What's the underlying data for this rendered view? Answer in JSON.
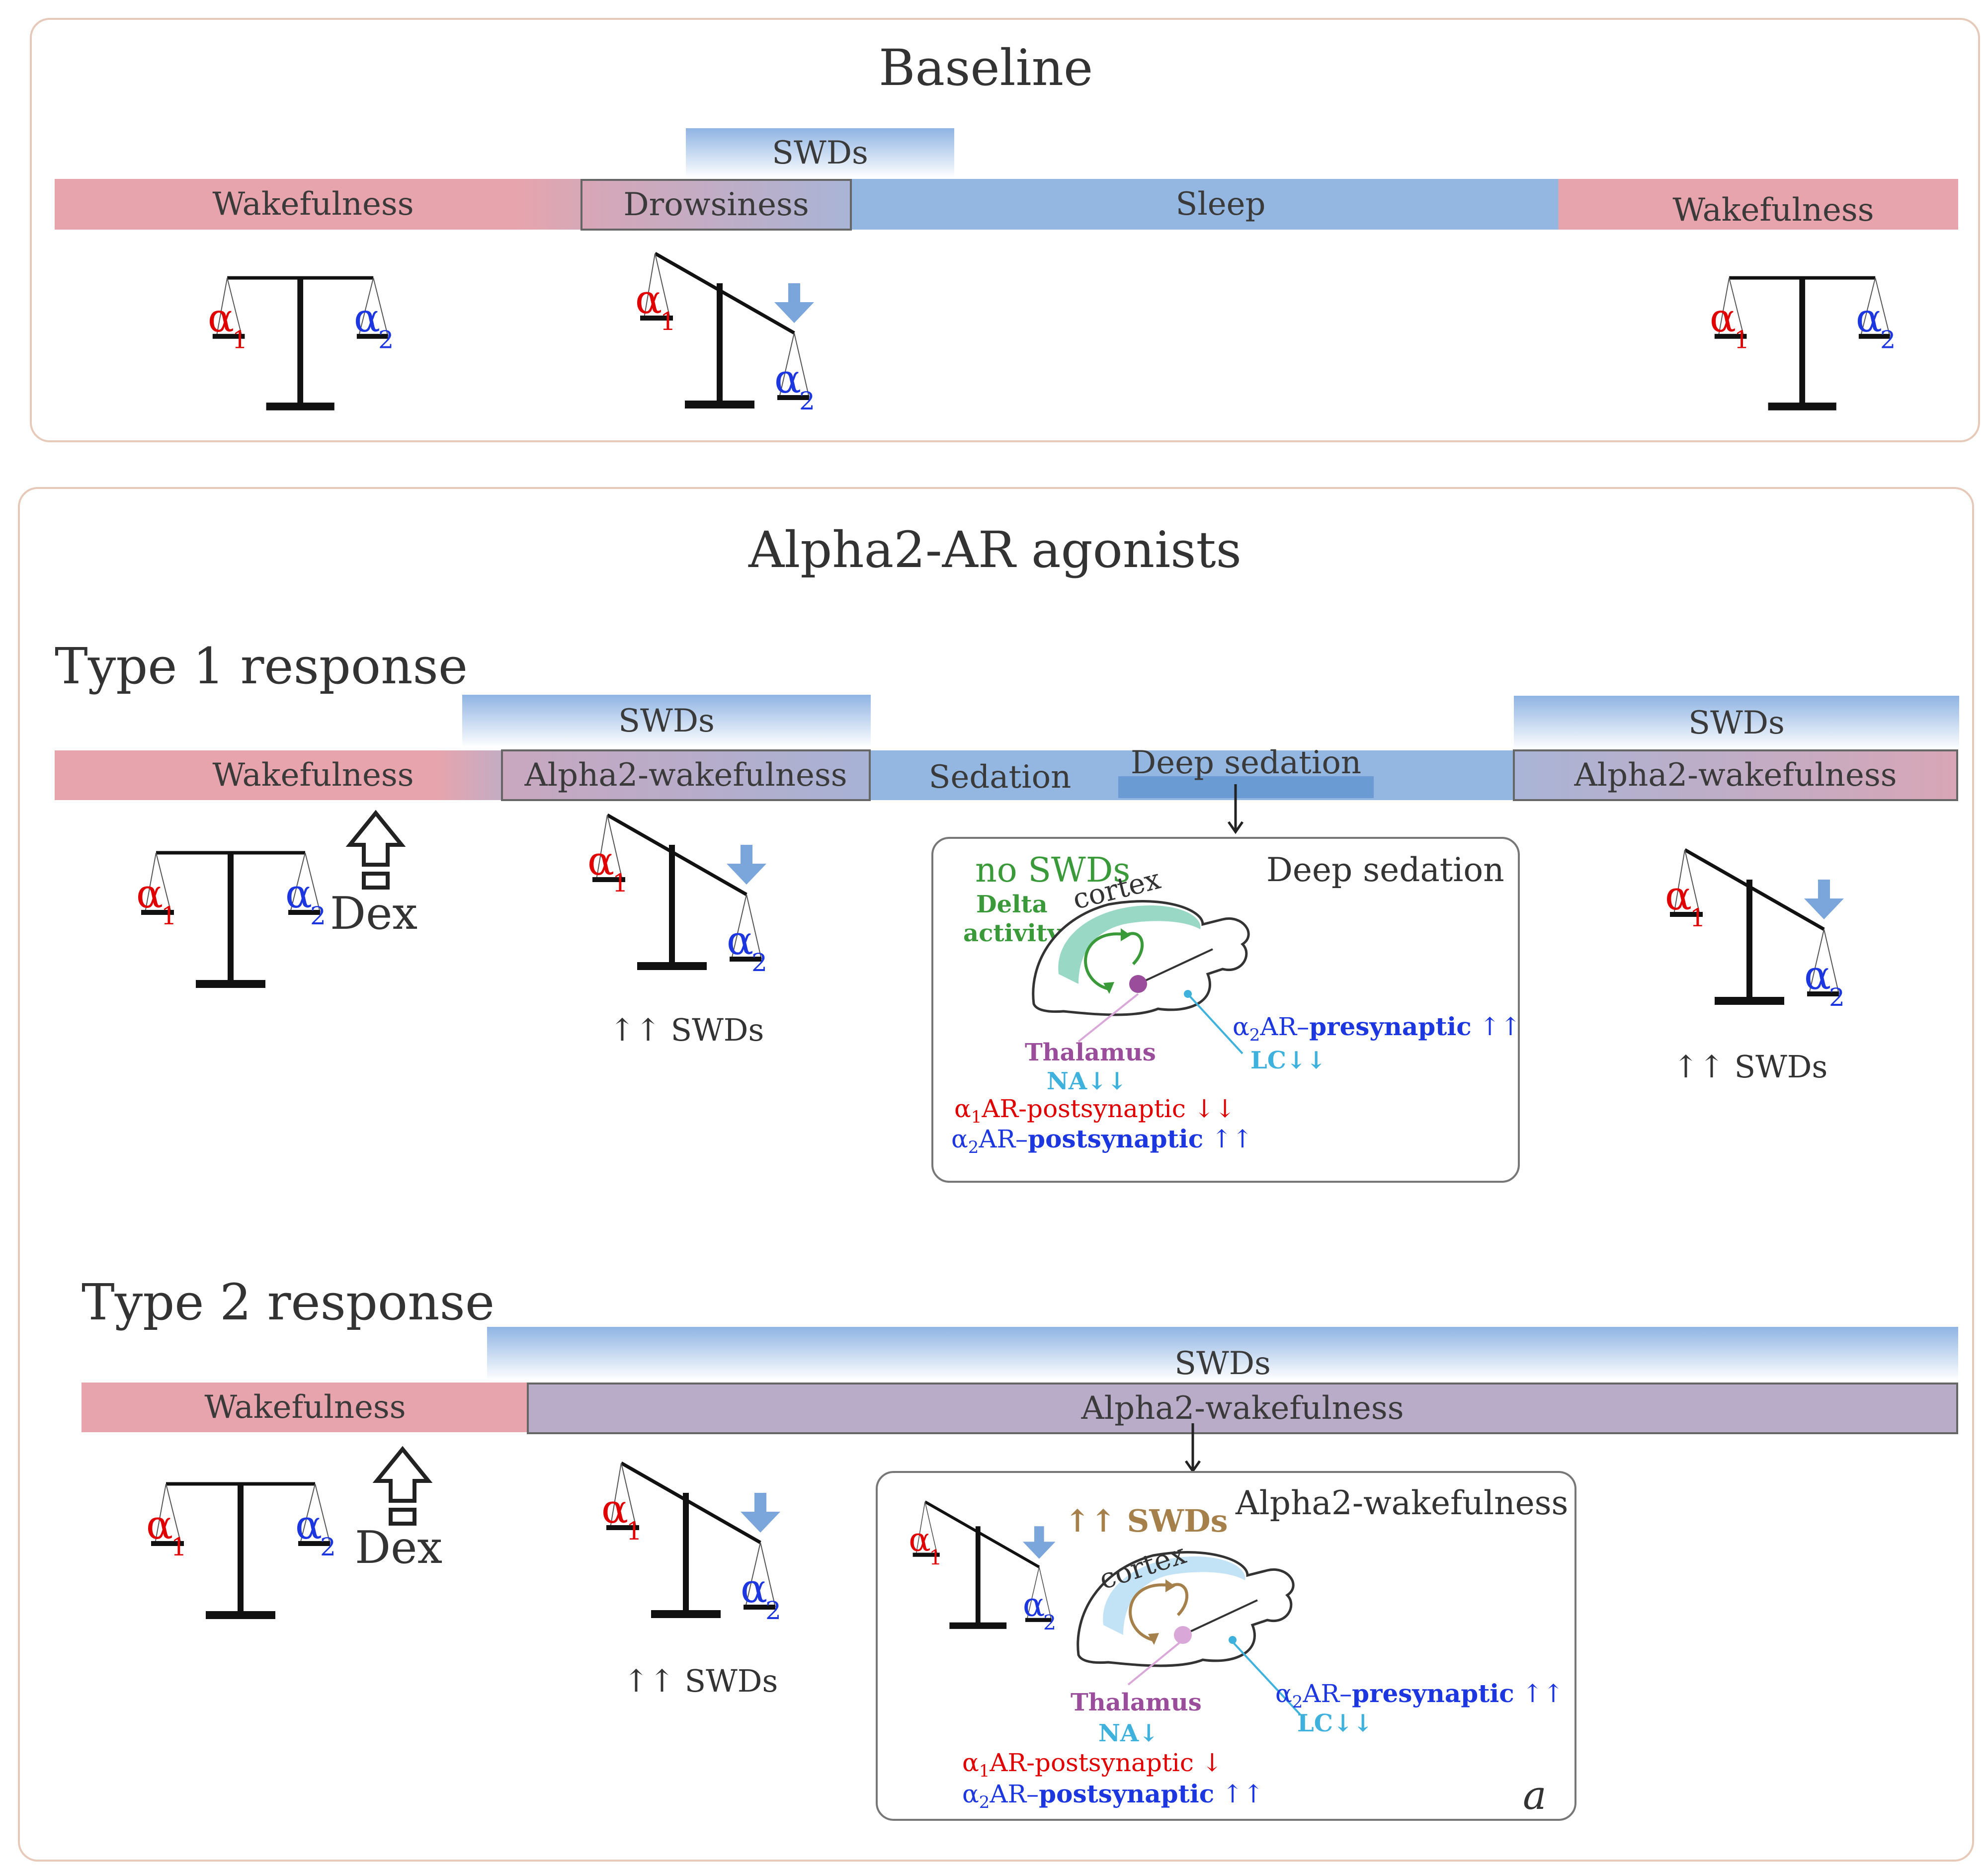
{
  "colors": {
    "wake": "#e8a4ac",
    "sleep": "#94b7e1",
    "alpha2wake": "#b9acc8",
    "alpha1": "#e00000",
    "alpha2": "#1c37e0",
    "na": "#3fb1dd",
    "thalamus": "#9a4d9a",
    "green": "#3a9a3a",
    "brown": "#a6804a"
  },
  "icons": [
    "balance-scale-icon",
    "down-arrow-icon",
    "up-arrow-icon",
    "brain-sagittal-icon"
  ],
  "baseline": {
    "title": "Baseline",
    "swds": "SWDs",
    "wakefulness_left": "Wakefulness",
    "drowsiness": "Drowsiness",
    "sleep": "Sleep",
    "wakefulness_right": "Wakefulness"
  },
  "scale": {
    "a1": "α",
    "a1sub": "1",
    "a2": "α",
    "a2sub": "2"
  },
  "agonists": {
    "title": "Alpha2-AR agonists",
    "dex": "Dex",
    "up_swds": "↑↑ SWDs",
    "type1": {
      "title": "Type 1 response",
      "swds_1": "SWDs",
      "swds_2": "SWDs",
      "wakefulness": "Wakefulness",
      "alpha2wake_1": "Alpha2-wakefulness",
      "sedation": "Sedation",
      "deep_sedation": "Deep sedation",
      "alpha2wake_2": "Alpha2-wakefulness",
      "inset": {
        "title": "Deep sedation",
        "no_swds": "no SWDs",
        "delta_1": "Delta",
        "delta_2": "activity",
        "cortex": "cortex",
        "thalamus": "Thalamus",
        "na": "NA↓↓",
        "lc": "LC↓↓",
        "a2pre_ar": "AR–",
        "a2pre_bold": "presynaptic",
        "a2pre_arrows": " ↑↑",
        "a1post_ar": "AR-postsynaptic",
        "a1post_arrows": " ↓↓",
        "a2post_ar": "AR–",
        "a2post_bold": "postsynaptic",
        "a2post_arrows": " ↑↑"
      }
    },
    "type2": {
      "title": "Type 2 response",
      "swds": "SWDs",
      "wakefulness": "Wakefulness",
      "alpha2wake": "Alpha2-wakefulness",
      "inset": {
        "title": "Alpha2-wakefulness",
        "up_swds": "↑↑ SWDs",
        "cortex": "cortex",
        "thalamus": "Thalamus",
        "na": "NA↓",
        "lc": "LC↓↓",
        "a2pre_ar": "AR–",
        "a2pre_bold": "presynaptic",
        "a2pre_arrows": " ↑↑",
        "a1post_ar": "AR-postsynaptic",
        "a1post_arrows": " ↓",
        "a2post_ar": "AR–",
        "a2post_bold": "postsynaptic",
        "a2post_arrows": " ↑↑",
        "corner": "a"
      }
    }
  }
}
